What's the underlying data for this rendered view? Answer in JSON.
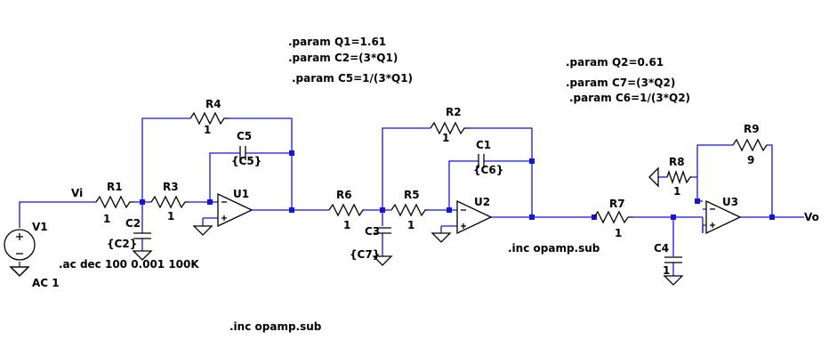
{
  "directives": {
    "param_q1": ".param Q1=1.61",
    "param_c2": ".param C2=(3*Q1)",
    "param_c5": ".param C5=1/(3*Q1)",
    "param_q2": ".param Q2=0.61",
    "param_c7": ".param C7=(3*Q2)",
    "param_c6": ".param C6=1/(3*Q2)",
    "ac": ".ac dec 100 0.001 100K",
    "inc_1": ".inc opamp.sub",
    "inc_2": ".inc opamp.sub"
  },
  "source": {
    "name": "V1",
    "value": "AC 1"
  },
  "nets": {
    "input": "Vi",
    "output": "Vo"
  },
  "components": {
    "R1": {
      "name": "R1",
      "value": "1"
    },
    "R2": {
      "name": "R2",
      "value": "1"
    },
    "R3": {
      "name": "R3",
      "value": "1"
    },
    "R4": {
      "name": "R4",
      "value": "1"
    },
    "R5": {
      "name": "R5",
      "value": "1"
    },
    "R6": {
      "name": "R6",
      "value": "1"
    },
    "R7": {
      "name": "R7",
      "value": "1"
    },
    "R8": {
      "name": "R8",
      "value": "1"
    },
    "R9": {
      "name": "R9",
      "value": "9"
    },
    "C1": {
      "name": "C1",
      "value": "{C6}"
    },
    "C2": {
      "name": "C2",
      "value": "{C2}"
    },
    "C3": {
      "name": "C3",
      "value": "{C7}"
    },
    "C4": {
      "name": "C4",
      "value": "1"
    },
    "C5": {
      "name": "C5",
      "value": "{C5}"
    },
    "U1": {
      "name": "U1"
    },
    "U2": {
      "name": "U2"
    },
    "U3": {
      "name": "U3"
    }
  }
}
